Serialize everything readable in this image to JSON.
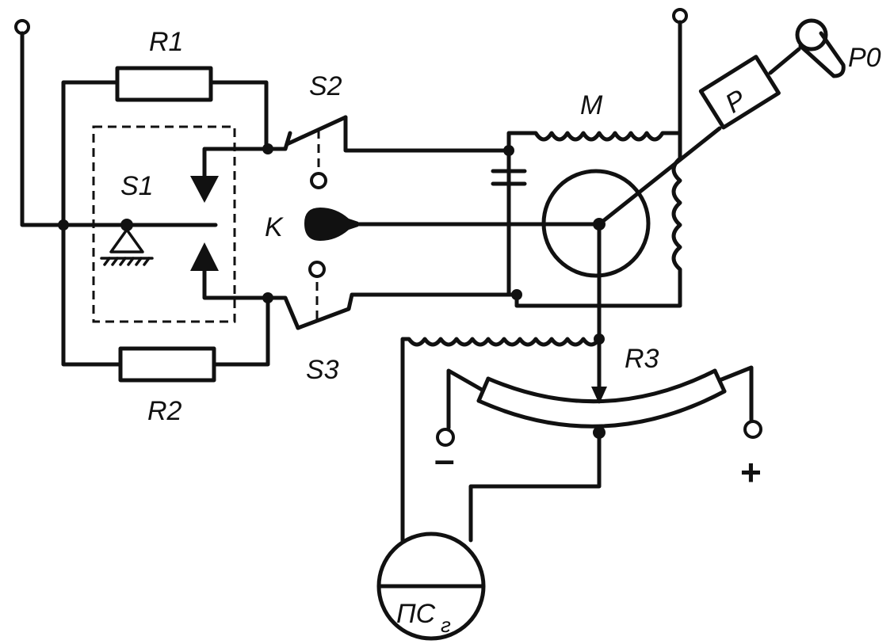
{
  "labels": {
    "r1": "R1",
    "r2": "R2",
    "r3": "R3",
    "s1": "S1",
    "s2": "S2",
    "s3": "S3",
    "k": "K",
    "m": "M",
    "p": "P",
    "p0": "P0",
    "minus": "–",
    "plus": "+",
    "ps_main": "ПС",
    "ps_sub": "г"
  }
}
